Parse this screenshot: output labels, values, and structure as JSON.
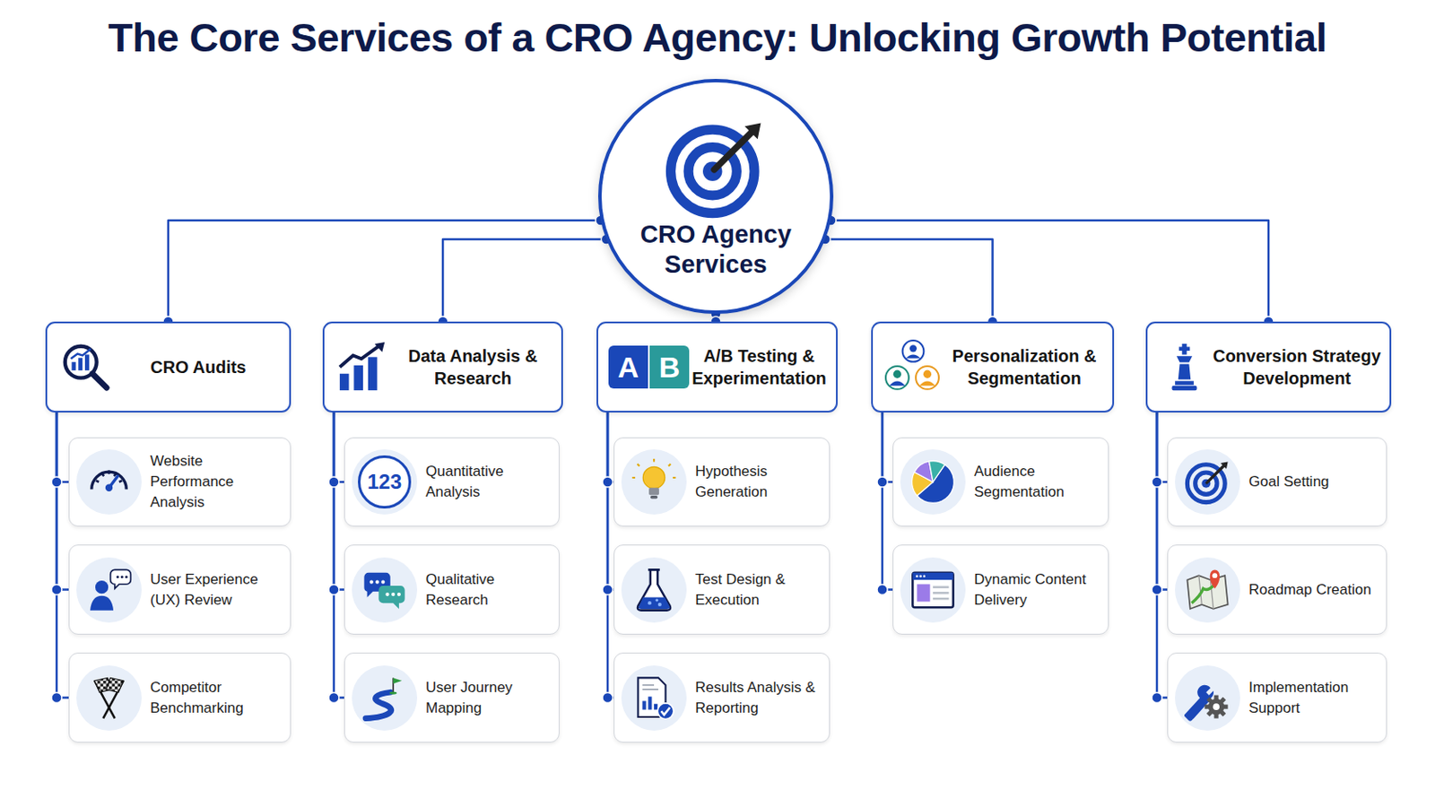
{
  "diagram": {
    "title": "The Core Services of a CRO Agency: Unlocking Growth Potential",
    "nodes": [
      {
        "text": [
          "CRO Agency Services"
        ]
      },
      {
        "text": [
          "CRO Audits"
        ]
      },
      {
        "text": [
          "Data Analysis & Research"
        ]
      },
      {
        "text": [
          "A/B Testing & Experimentation"
        ]
      },
      {
        "text": [
          "Personalization & Segmentation"
        ]
      },
      {
        "text": [
          "Conversion Strategy Development"
        ]
      },
      {
        "text": [
          "Website Performance Analysis"
        ]
      },
      {
        "text": [
          "User Experience (UX) Review"
        ]
      },
      {
        "text": [
          "Competitor Benchmarking"
        ]
      },
      {
        "text": [
          "Quantitative Analysis"
        ]
      },
      {
        "text": [
          "Qualitative Research"
        ]
      },
      {
        "text": [
          "User Journey Mapping"
        ]
      },
      {
        "text": [
          "Hypothesis Generation"
        ]
      },
      {
        "text": [
          "Test Design & Execution"
        ]
      },
      {
        "text": [
          "Results Analysis & Reporting"
        ]
      },
      {
        "text": [
          "Audience Segmentation"
        ]
      },
      {
        "text": [
          "Dynamic Content Delivery"
        ]
      },
      {
        "text": [
          "Goal Setting"
        ]
      },
      {
        "text": [
          "Roadmap Creation"
        ]
      },
      {
        "text": [
          "Implementation Support"
        ]
      }
    ],
    "edges": [
      {
        "from": 0,
        "to": 1,
        "arrow": "none"
      },
      {
        "from": 0,
        "to": 2,
        "arrow": "none"
      },
      {
        "from": 0,
        "to": 3,
        "arrow": "none"
      },
      {
        "from": 0,
        "to": 4,
        "arrow": "none"
      },
      {
        "from": 0,
        "to": 5,
        "arrow": "none"
      },
      {
        "from": 1,
        "to": 6,
        "arrow": "none"
      },
      {
        "from": 1,
        "to": 7,
        "arrow": "none"
      },
      {
        "from": 1,
        "to": 8,
        "arrow": "none"
      },
      {
        "from": 2,
        "to": 9,
        "arrow": "none"
      },
      {
        "from": 2,
        "to": 10,
        "arrow": "none"
      },
      {
        "from": 2,
        "to": 11,
        "arrow": "none"
      },
      {
        "from": 3,
        "to": 12,
        "arrow": "none"
      },
      {
        "from": 3,
        "to": 13,
        "arrow": "none"
      },
      {
        "from": 3,
        "to": 14,
        "arrow": "none"
      },
      {
        "from": 4,
        "to": 15,
        "arrow": "none"
      },
      {
        "from": 4,
        "to": 16,
        "arrow": "none"
      },
      {
        "from": 5,
        "to": 17,
        "arrow": "none"
      },
      {
        "from": 5,
        "to": 18,
        "arrow": "none"
      },
      {
        "from": 5,
        "to": 19,
        "arrow": "none"
      }
    ],
    "labels": [
      "A",
      "B",
      "123"
    ]
  }
}
